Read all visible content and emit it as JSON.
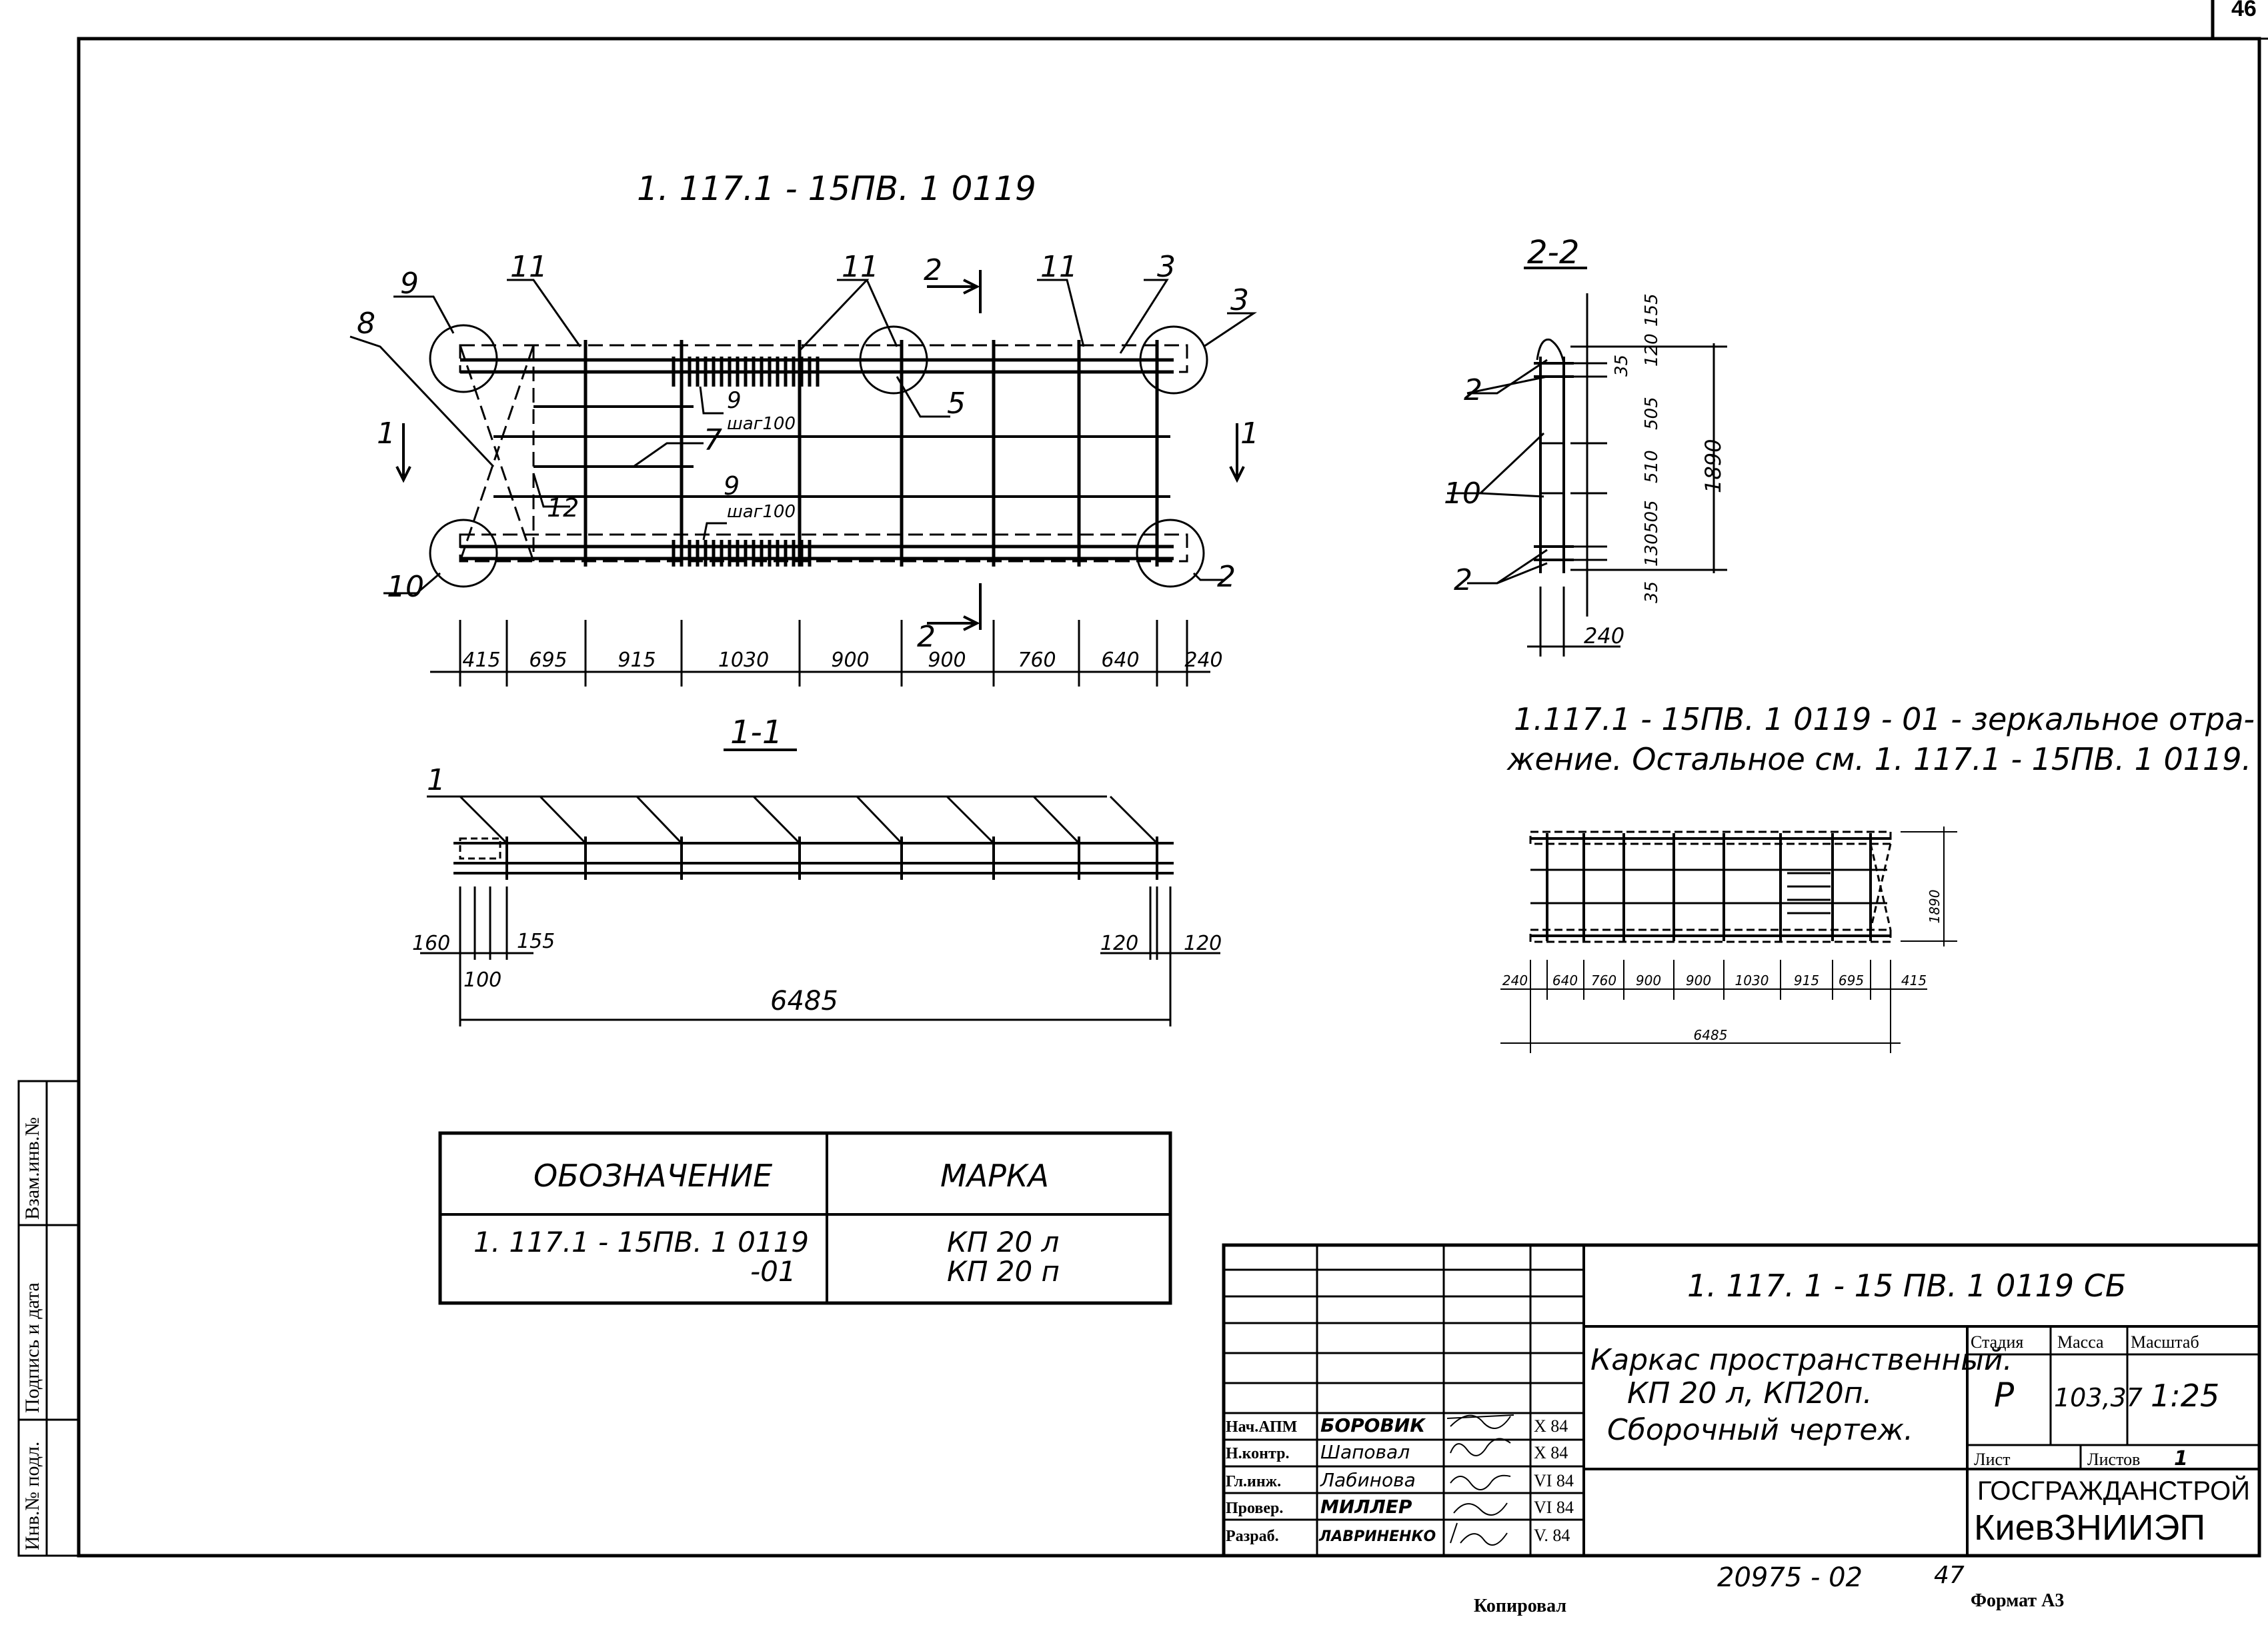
{
  "sheet_corner": "46",
  "main_title": "1. 117.1 - 15ПВ. 1 0119",
  "section_22_title": "2-2",
  "section_11_title": "1-1",
  "plan_labels": {
    "p9": "9",
    "p8": "8",
    "p11a": "11",
    "p11b": "11",
    "p11c": "11",
    "cut2": "2",
    "p3a": "3",
    "p3b": "3",
    "p5": "5",
    "p9b": "9",
    "step1": "шаг100",
    "p7": "7",
    "p12": "12",
    "p9c": "9",
    "step2": "шаг100",
    "p10": "10",
    "p2": "2",
    "cut1_left": "1",
    "cut1_right": "1",
    "cut2_bottom": "2"
  },
  "plan_dims": [
    "415",
    "695",
    "915",
    "1030",
    "900",
    "900",
    "760",
    "640",
    "240"
  ],
  "section_11": {
    "p1": "1",
    "d160": "160",
    "d155": "155",
    "d100": "100",
    "d120a": "120",
    "d120b": "120",
    "total": "6485"
  },
  "section_22": {
    "p2a": "2",
    "p10": "10",
    "p2b": "2",
    "dims": [
      "155",
      "120",
      "35",
      "505",
      "510",
      "505",
      "130",
      "35"
    ],
    "total": "1890",
    "width": "240"
  },
  "note_line1": "1.117.1 - 15ПВ. 1 0119 - 01 - зеркальное отра-",
  "note_line2": "жение. Остальное см. 1. 117.1 - 15ПВ. 1 0119.",
  "mirror_dims": [
    "240",
    "640",
    "760",
    "900",
    "900",
    "1030",
    "915",
    "695",
    "415"
  ],
  "mirror_total": "6485",
  "mirror_height": "1890",
  "spec_table": {
    "header_designation": "ОБОЗНАЧЕНИЕ",
    "header_mark": "МАРКА",
    "designation_line1": "1. 117.1 - 15ПВ. 1 0119",
    "designation_line2": "-01",
    "mark_line1": "КП 20 л",
    "mark_line2": "КП 20 п"
  },
  "title_block": {
    "doc_code": "1. 117. 1 - 15 ПВ. 1 0119 СБ",
    "name_line1": "Каркас пространственный.",
    "name_line2": "КП 20 л, КП20п.",
    "name_line3": "Сборочный чертеж.",
    "stage_label": "Стадия",
    "mass_label": "Масса",
    "scale_label": "Масштаб",
    "stage_value": "Р",
    "mass_value": "103,37",
    "scale_value": "1:25",
    "sheet_label": "Лист",
    "sheets_label": "Листов",
    "sheets_value": "1",
    "org_line1": "ГОСГРАЖДАНСТРОЙ",
    "org_line2": "КиевЗНИИЭП",
    "people": [
      {
        "role": "Нач.АПМ",
        "name": "БОРОВИК",
        "date": "Х 84"
      },
      {
        "role": "Н.контр.",
        "name": "Шаповал",
        "date": "Х 84"
      },
      {
        "role": "Гл.инж.",
        "name": "Лабинова",
        "date": "VI 84"
      },
      {
        "role": "Провер.",
        "name": "МИЛЛЕР",
        "date": "VI 84"
      },
      {
        "role": "Разраб.",
        "name": "ЛАВРИНЕНКО",
        "date": "V. 84"
      }
    ]
  },
  "side_labels": [
    "Взам.инв.№",
    "Подпись и дата",
    "Инв.№ подл."
  ],
  "bottom": {
    "number": "20975 - 02",
    "page": "47",
    "copied": "Копировал",
    "format": "Формат А3"
  }
}
